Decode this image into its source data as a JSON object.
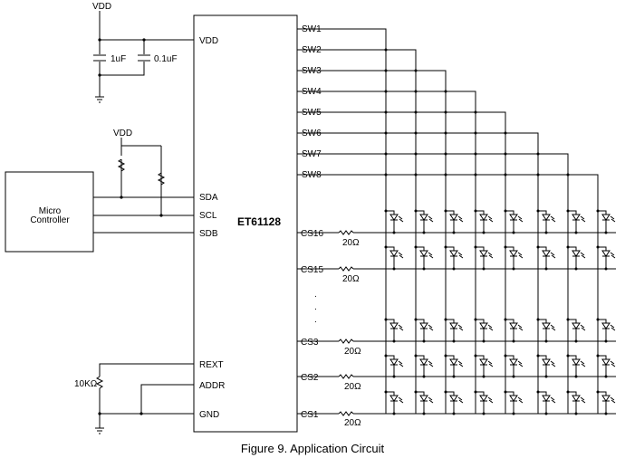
{
  "chip": {
    "name": "ET61128",
    "left_pins": [
      "VDD",
      "SDA",
      "SCL",
      "SDB",
      "REXT",
      "ADDR",
      "GND"
    ],
    "sw_pins": [
      "SW1",
      "SW2",
      "SW3",
      "SW4",
      "SW5",
      "SW6",
      "SW7",
      "SW8"
    ],
    "cs_pins": [
      "CS16",
      "CS15",
      "CS3",
      "CS2",
      "CS1"
    ]
  },
  "supply": {
    "vdd_top": "VDD",
    "vdd_pullup": "VDD"
  },
  "caps": [
    "1uF",
    "0.1uF"
  ],
  "mcu": [
    "Micro",
    "Controller"
  ],
  "rext_value": "10KΩ",
  "cs_resistor": "20Ω",
  "ellipsis": [
    ".",
    ".",
    "."
  ],
  "caption": "Figure 9. Application Circuit"
}
